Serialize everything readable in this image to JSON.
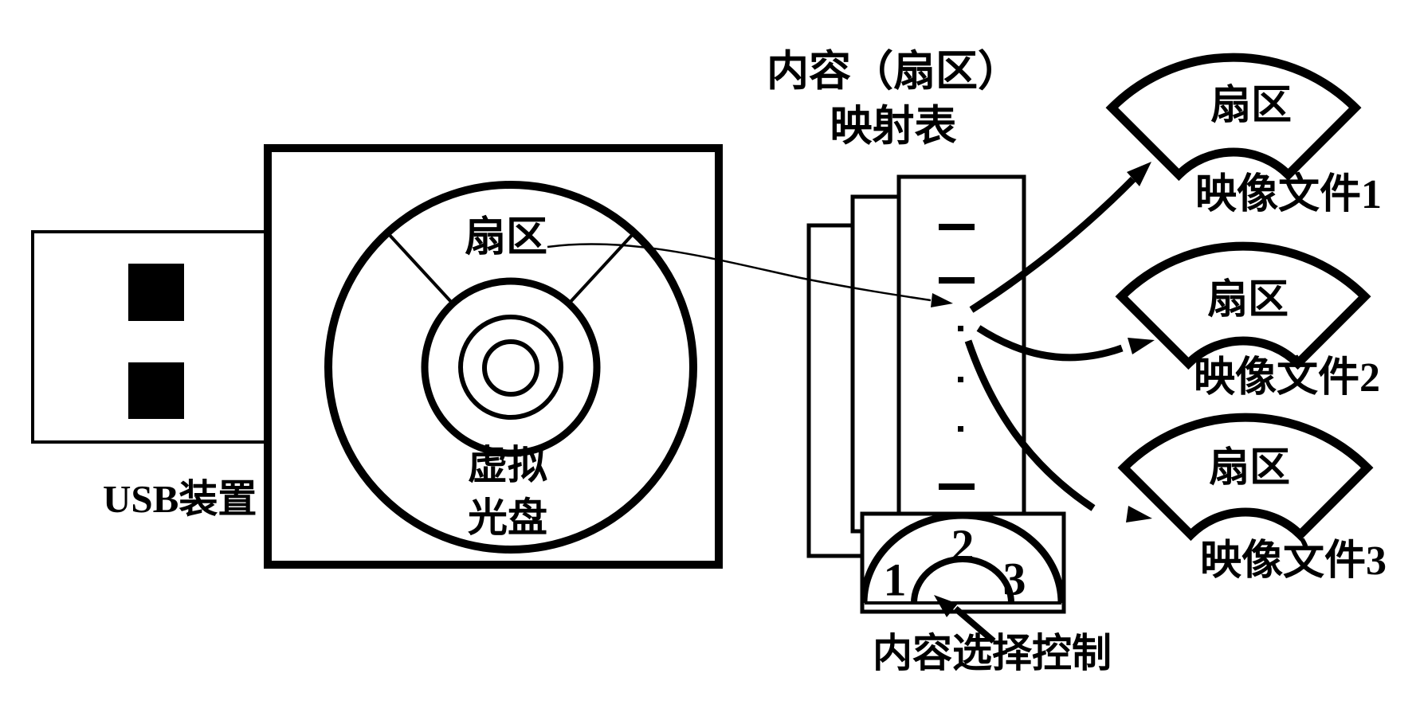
{
  "colors": {
    "ink": "#000000",
    "background": "#ffffff"
  },
  "usb_device": {
    "label": "USB装置"
  },
  "virtual_disc": {
    "sector_label": "扇区",
    "name_line1": "虚拟",
    "name_line2": "光盘"
  },
  "mapping_table": {
    "title_line1": "内容（扇区）",
    "title_line2": "映射表"
  },
  "selector": {
    "label": "内容选择控制",
    "positions": [
      "1",
      "2",
      "3"
    ]
  },
  "image_files": [
    {
      "sector_label": "扇区",
      "file_label": "映像文件1"
    },
    {
      "sector_label": "扇区",
      "file_label": "映像文件2"
    },
    {
      "sector_label": "扇区",
      "file_label": "映像文件3"
    }
  ]
}
